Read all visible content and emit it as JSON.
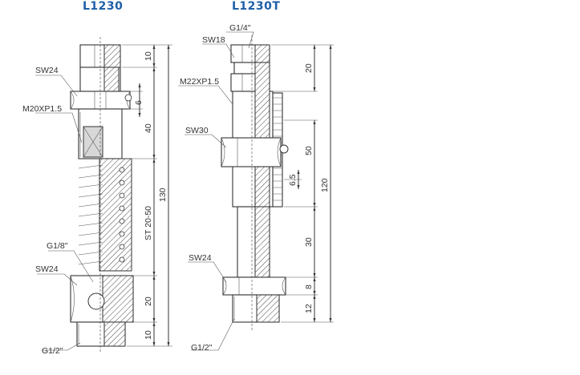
{
  "titles": {
    "left": "L1230",
    "right": "L1230T"
  },
  "left_drawing": {
    "labels": [
      "SW24",
      "M20XP1.5",
      "G1/8\"",
      "SW24",
      "G1/2\""
    ],
    "dims": [
      "10",
      "6",
      "40",
      "130",
      "ST 20-50",
      "20",
      "10"
    ]
  },
  "right_drawing": {
    "labels": [
      "G1/4\"",
      "SW18",
      "M22XP1.5",
      "SW30",
      "SW24",
      "G1/2\""
    ],
    "dims": [
      "20",
      "50",
      "6.5",
      "120",
      "30",
      "8",
      "12"
    ]
  },
  "colors": {
    "title": "#1f5fa8",
    "line": "#333333"
  }
}
